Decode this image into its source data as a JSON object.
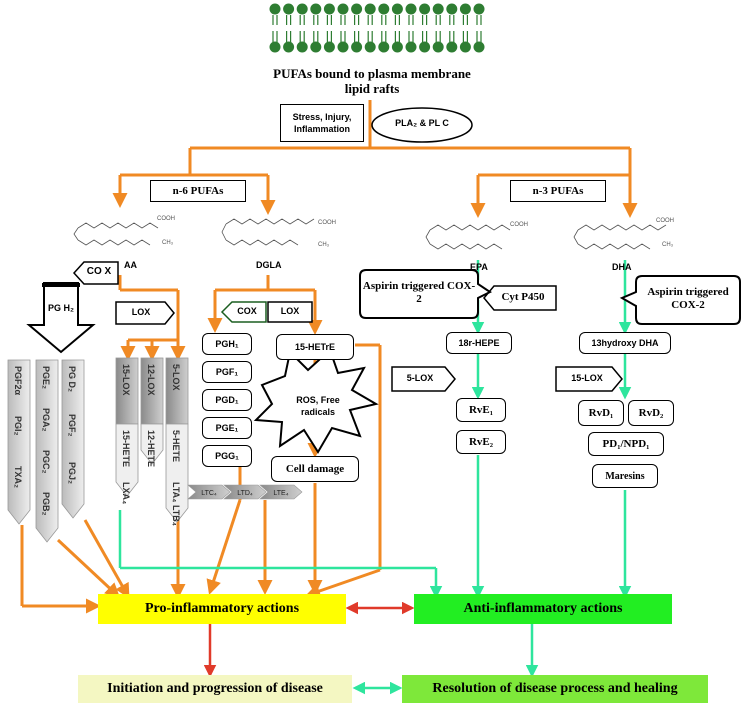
{
  "membrane_label": "PUFAs bound to plasma membrane lipid rafts",
  "membrane_line1": "PUFAs bound to plasma membrane",
  "membrane_line2": "lipid rafts",
  "trigger_line1": "Stress, Injury,",
  "trigger_line2": "Inflammation",
  "enzyme_pla": "PLA₂ & PL C",
  "n6_label": "n-6 PUFAs",
  "n3_label": "n-3 PUFAs",
  "fatty_acids": {
    "aa": "AA",
    "dgla": "DGLA",
    "epa": "EPA",
    "dha": "DHA"
  },
  "structure_labels": {
    "cooh": "COOH",
    "ch3": "CH₃"
  },
  "aa_branch": {
    "cox": "CO X",
    "pgh2": "PG H₂",
    "lox": "LOX",
    "col1": [
      "PGF2α",
      "PGI₂",
      "TXA₂"
    ],
    "col2": [
      "PGE₂",
      "PGA₂",
      "PGC₂",
      "PGB₂"
    ],
    "col3": [
      "PG D₂",
      "PGF₂",
      "PGJ₂"
    ],
    "lox_cols": [
      {
        "enzyme": "15-LOX",
        "product": "15-HETE",
        "extra": "LXA₄"
      },
      {
        "enzyme": "12-LOX",
        "product": "12-HETE",
        "extra": ""
      },
      {
        "enzyme": "5-LOX",
        "product": "5-HETE",
        "extra": "LTA₄ LTB₄"
      }
    ],
    "leukotrienes": [
      "LTC₄",
      "LTD₄",
      "LTE₄"
    ]
  },
  "dgla_branch": {
    "cox": "COX",
    "lox": "LOX",
    "products": [
      "PGH₁",
      "PGF₁",
      "PGD₁",
      "PGE₁",
      "PGG₁"
    ],
    "hetre": "15-HETrE",
    "ros": "ROS, Free radicals",
    "cell_damage": "Cell damage"
  },
  "epa_branch": {
    "aspirin": "Aspirin triggered COX-2",
    "cyt": "Cyt P450",
    "hepe": "18r-HEPE",
    "lox": "5-LOX",
    "products": [
      "RvE₁",
      "RvE₂"
    ]
  },
  "dha_branch": {
    "aspirin": "Aspirin triggered COX-2",
    "hydroxy": "13hydroxy DHA",
    "lox": "15-LOX",
    "products": [
      "RvD₁",
      "RvD₂",
      "PD₁/NPD₁",
      "Maresins"
    ]
  },
  "outcomes": {
    "pro": "Pro-inflammatory actions",
    "anti": "Anti-inflammatory actions",
    "initiation": "Initiation and progression of disease",
    "resolution": "Resolution of disease process and  healing"
  },
  "colors": {
    "orange_arrow": "#f08a24",
    "green_arrow": "#2ee59d",
    "red_arrow": "#e03a2a",
    "pro_fill": "#ffff00",
    "anti_fill": "#22ee22",
    "initiation_fill": "#f4f7c2",
    "resolution_fill": "#7ee83a",
    "membrane_green": "#2e7d32"
  }
}
